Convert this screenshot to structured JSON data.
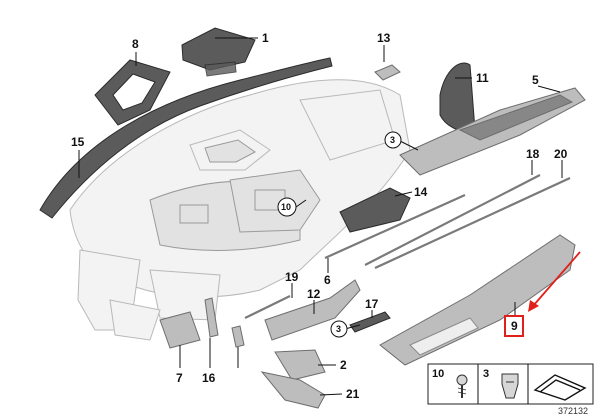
{
  "callouts": [
    {
      "id": "c1",
      "label": "1"
    },
    {
      "id": "c2",
      "label": "2"
    },
    {
      "id": "c3a",
      "label": "3"
    },
    {
      "id": "c3b",
      "label": "3"
    },
    {
      "id": "c5",
      "label": "5"
    },
    {
      "id": "c6",
      "label": "6"
    },
    {
      "id": "c7",
      "label": "7"
    },
    {
      "id": "c8",
      "label": "8"
    },
    {
      "id": "c9",
      "label": "9"
    },
    {
      "id": "c10",
      "label": "10"
    },
    {
      "id": "c11",
      "label": "11"
    },
    {
      "id": "c12",
      "label": "12"
    },
    {
      "id": "c13",
      "label": "13"
    },
    {
      "id": "c14",
      "label": "14"
    },
    {
      "id": "c15",
      "label": "15"
    },
    {
      "id": "c16",
      "label": "16"
    },
    {
      "id": "c17",
      "label": "17"
    },
    {
      "id": "c18",
      "label": "18"
    },
    {
      "id": "c19",
      "label": "19"
    },
    {
      "id": "c20",
      "label": "20"
    },
    {
      "id": "c21",
      "label": "21"
    }
  ],
  "legend": {
    "items": [
      {
        "label": "10",
        "icon": "screw-icon"
      },
      {
        "label": "3",
        "icon": "clip-icon"
      },
      {
        "label": "",
        "icon": "strip-icon"
      }
    ]
  },
  "diagram_id": "372132",
  "highlight": {
    "label": "9",
    "color": "#e0201a"
  }
}
